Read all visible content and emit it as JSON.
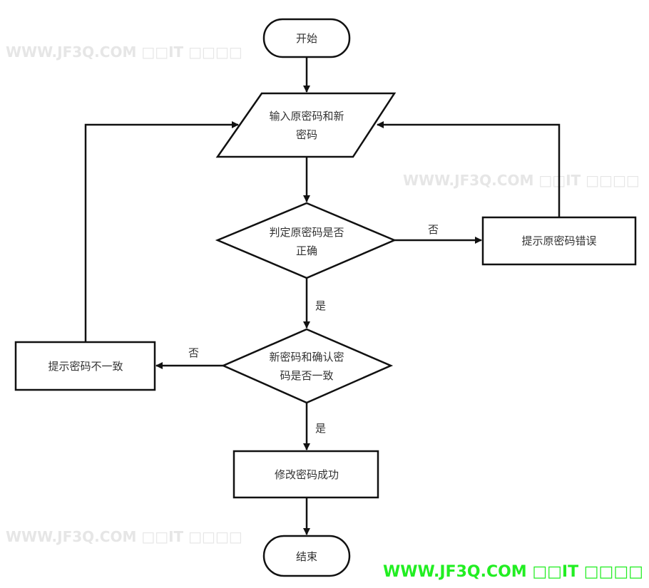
{
  "watermark": "WWW.JF3Q.COM □□IT □□□□",
  "footer_watermark": "WWW.JF3Q.COM □□IT □□□□",
  "colors": {
    "footer_watermark": "#22ee22",
    "stroke": "#111111"
  },
  "nodes": {
    "start": "开始",
    "input": [
      "输入原密码和新",
      "密码"
    ],
    "check_old": [
      "判定原密码是否",
      "正确"
    ],
    "old_wrong": "提示原密码错误",
    "check_match": [
      "新密码和确认密",
      "码是否一致"
    ],
    "mismatch": "提示密码不一致",
    "success": "修改密码成功",
    "end": "结束"
  },
  "edge_labels": {
    "old_no": "否",
    "old_yes": "是",
    "match_no": "否",
    "match_yes": "是"
  }
}
